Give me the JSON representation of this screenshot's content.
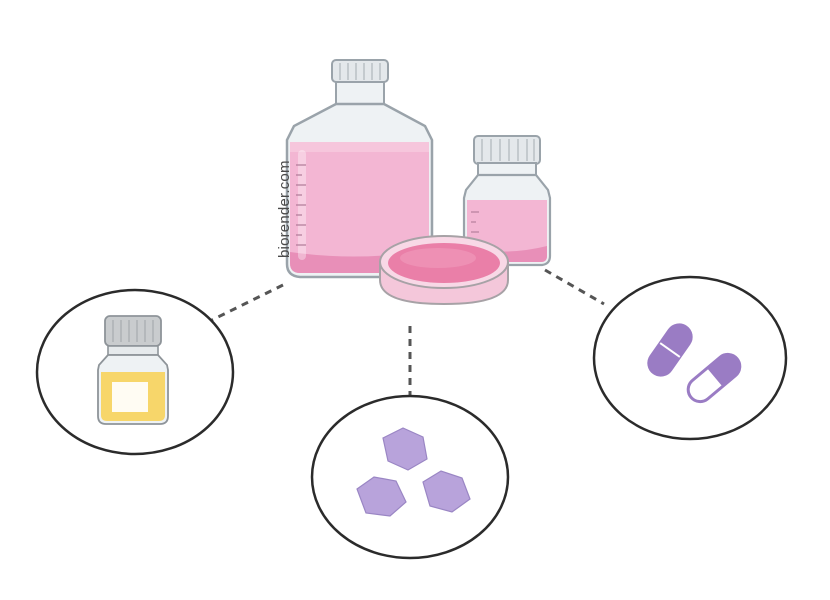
{
  "watermark": {
    "text": "biorender.com"
  },
  "colors": {
    "media_pink": "#f3b6d3",
    "media_pink_dark": "#e88fb8",
    "dish_pink": "#ea7fa8",
    "glass": "#eef2f4",
    "glass_outline": "#9aa3aa",
    "cap_gray": "#c9ccce",
    "serum_yellow": "#f7d66a",
    "purple": "#9a7cc4",
    "purple_light": "#b8a3db",
    "circle_outline": "#2b2b2b",
    "connector": "#555555"
  },
  "nodes": [
    {
      "id": "center",
      "icon": "culture-media-bottles-and-petri-dish"
    },
    {
      "id": "left",
      "icon": "serum-bottle-icon"
    },
    {
      "id": "bottom",
      "icon": "hexagon-crystals-icon"
    },
    {
      "id": "right",
      "icon": "capsule-pills-icon"
    }
  ]
}
